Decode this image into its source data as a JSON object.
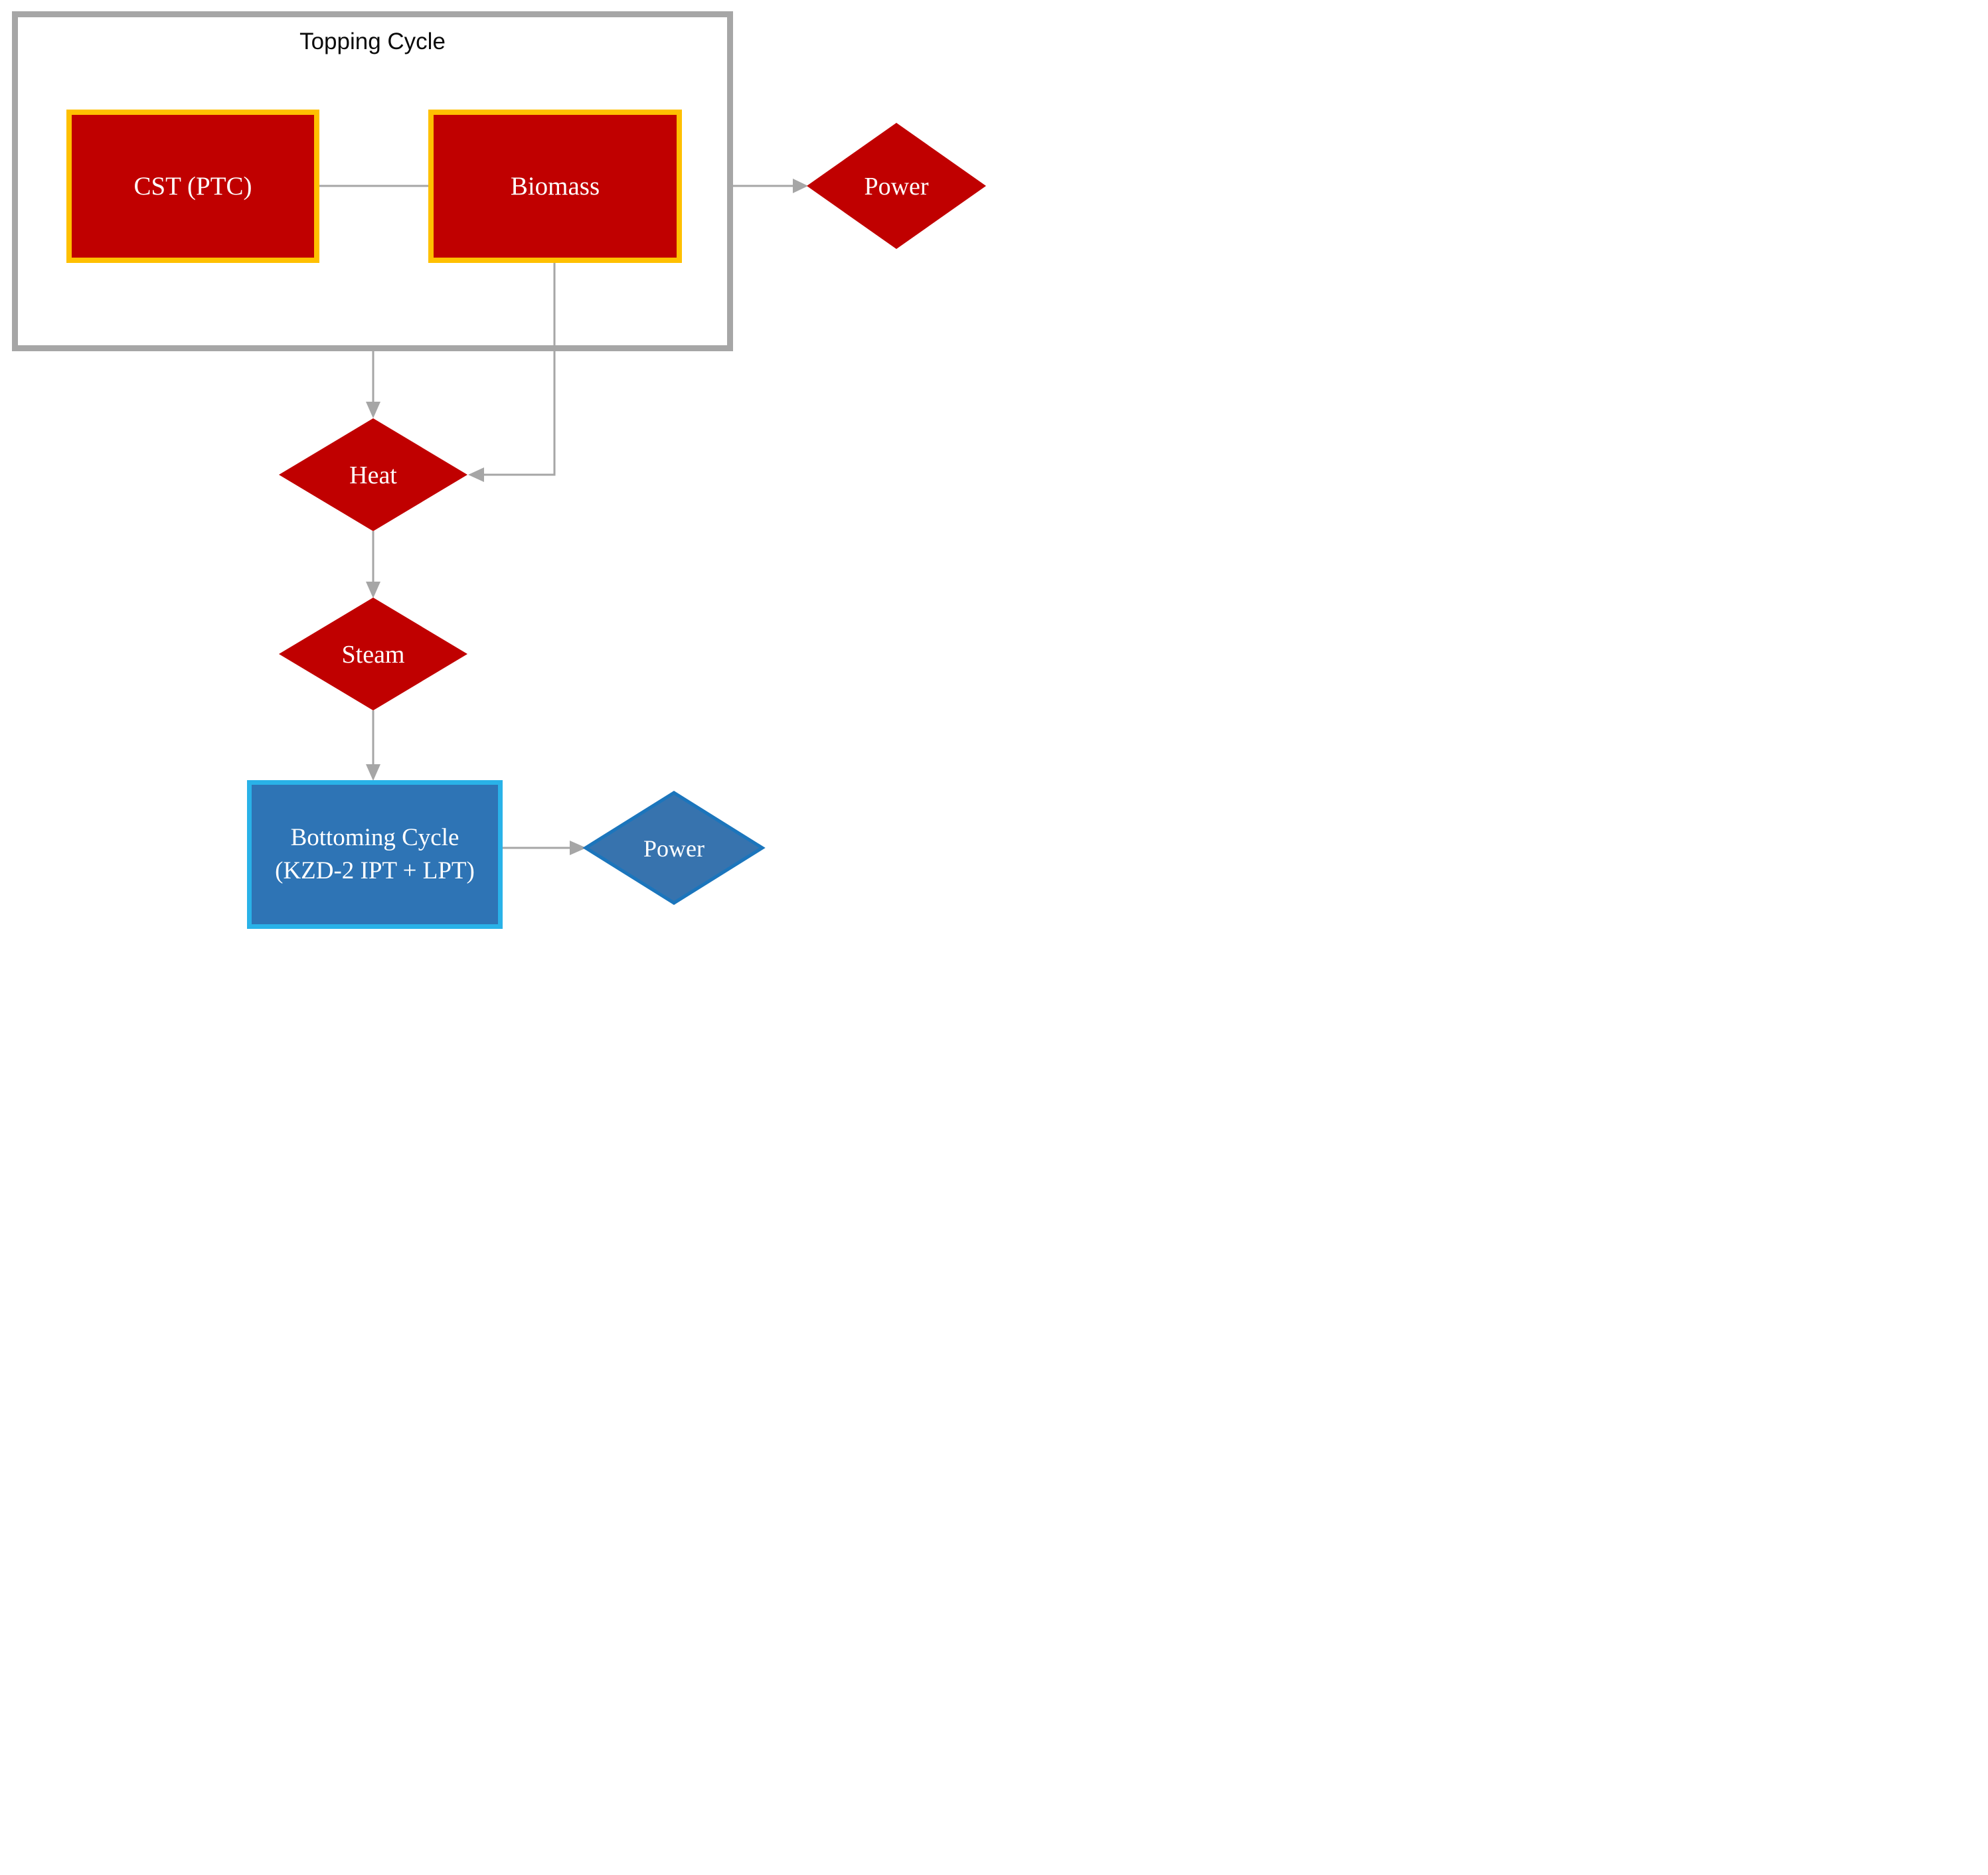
{
  "diagram": {
    "title": "Topping Cycle",
    "colors": {
      "node_red_fill": "#C00000",
      "node_red_border": "#FFC000",
      "connector_gray": "#A6A6A6",
      "container_border_gray": "#A6A6A6",
      "bottoming_fill": "#2E74B5",
      "bottoming_border": "#29B2E8",
      "power_bottom_fill": "#3773AE",
      "power_bottom_border": "#1B75BC",
      "label_white": "#FFFFFF",
      "title_black": "#0B0B0B"
    },
    "nodes": {
      "cst": {
        "label": "CST (PTC)"
      },
      "biomass": {
        "label": "Biomass"
      },
      "power_top": {
        "label": "Power"
      },
      "heat": {
        "label": "Heat"
      },
      "steam": {
        "label": "Steam"
      },
      "bottoming": {
        "label_line1": "Bottoming Cycle",
        "label_line2": "(KZD-2 IPT + LPT)"
      },
      "power_bottom": {
        "label": "Power"
      }
    },
    "connectors": [
      {
        "from": "CST (PTC)",
        "to": "Biomass",
        "arrow": false
      },
      {
        "from": "Topping Cycle",
        "to": "Power (top)",
        "arrow": true
      },
      {
        "from": "Topping Cycle",
        "to": "Heat",
        "arrow": true
      },
      {
        "from": "Biomass",
        "to": "Heat",
        "arrow": true
      },
      {
        "from": "Heat",
        "to": "Steam",
        "arrow": true
      },
      {
        "from": "Steam",
        "to": "Bottoming Cycle",
        "arrow": true
      },
      {
        "from": "Bottoming Cycle",
        "to": "Power (bottom)",
        "arrow": true
      }
    ]
  }
}
